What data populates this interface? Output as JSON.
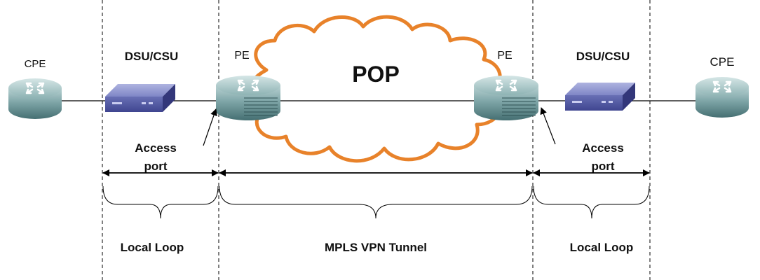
{
  "labels": {
    "cpe_left": "CPE",
    "cpe_right": "CPE",
    "dsu_left": "DSU/CSU",
    "dsu_right": "DSU/CSU",
    "pe_left": "PE",
    "pe_right": "PE",
    "cloud": "POP",
    "access_left_1": "Access",
    "access_left_2": "port",
    "access_right_1": "Access",
    "access_right_2": "port",
    "segment_left": "Local Loop",
    "segment_center": "MPLS VPN Tunnel",
    "segment_right": "Local Loop"
  },
  "colors": {
    "cloud_outline": "#e8822a",
    "router_body": "#5a8a8c",
    "dsu_body": "#6a72b6",
    "line": "#000000"
  },
  "icons": {
    "router": "router-icon",
    "pe_router": "pe-router-icon",
    "dsu": "dsu-csu-icon",
    "cloud": "cloud-icon"
  }
}
